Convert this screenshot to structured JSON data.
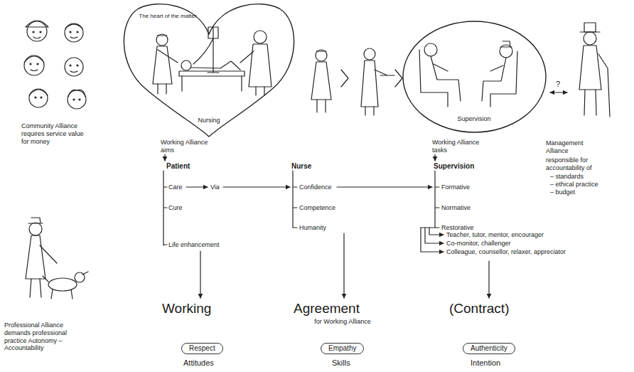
{
  "diagram": {
    "nodes": [
      {
        "text": [
          "The heart of the matter",
          "Nursing"
        ]
      },
      {
        "text": [
          "Supervision"
        ]
      },
      {
        "text": [
          "Respect"
        ]
      },
      {
        "text": [
          "Empathy"
        ]
      },
      {
        "text": [
          "Authenticity"
        ]
      }
    ],
    "labels": [
      "Community Alliance requires service value for money",
      "Working Alliance aims",
      "Working Alliance tasks",
      "Management Alliance",
      "responsible for accountability of",
      "– standards",
      "– ethical practice",
      "– budget",
      "Patient",
      "Care",
      "Via",
      "Cure",
      "Life enhancement",
      "Nurse",
      "Confidence",
      "Competence",
      "Humanity",
      "Supervision",
      "Formative",
      "Normative",
      "Restorative",
      "Teacher, tutor, mentor, encourager",
      "Co-monitor, challenger",
      "Colleague, counsellor, relaxer, appreciator",
      "Working",
      "Agreement",
      "for Working Alliance",
      "(Contract)",
      "Attitudes",
      "Skills",
      "Intention",
      "Professional Alliance demands professional practice Autonomy – Accountability",
      "?"
    ]
  }
}
